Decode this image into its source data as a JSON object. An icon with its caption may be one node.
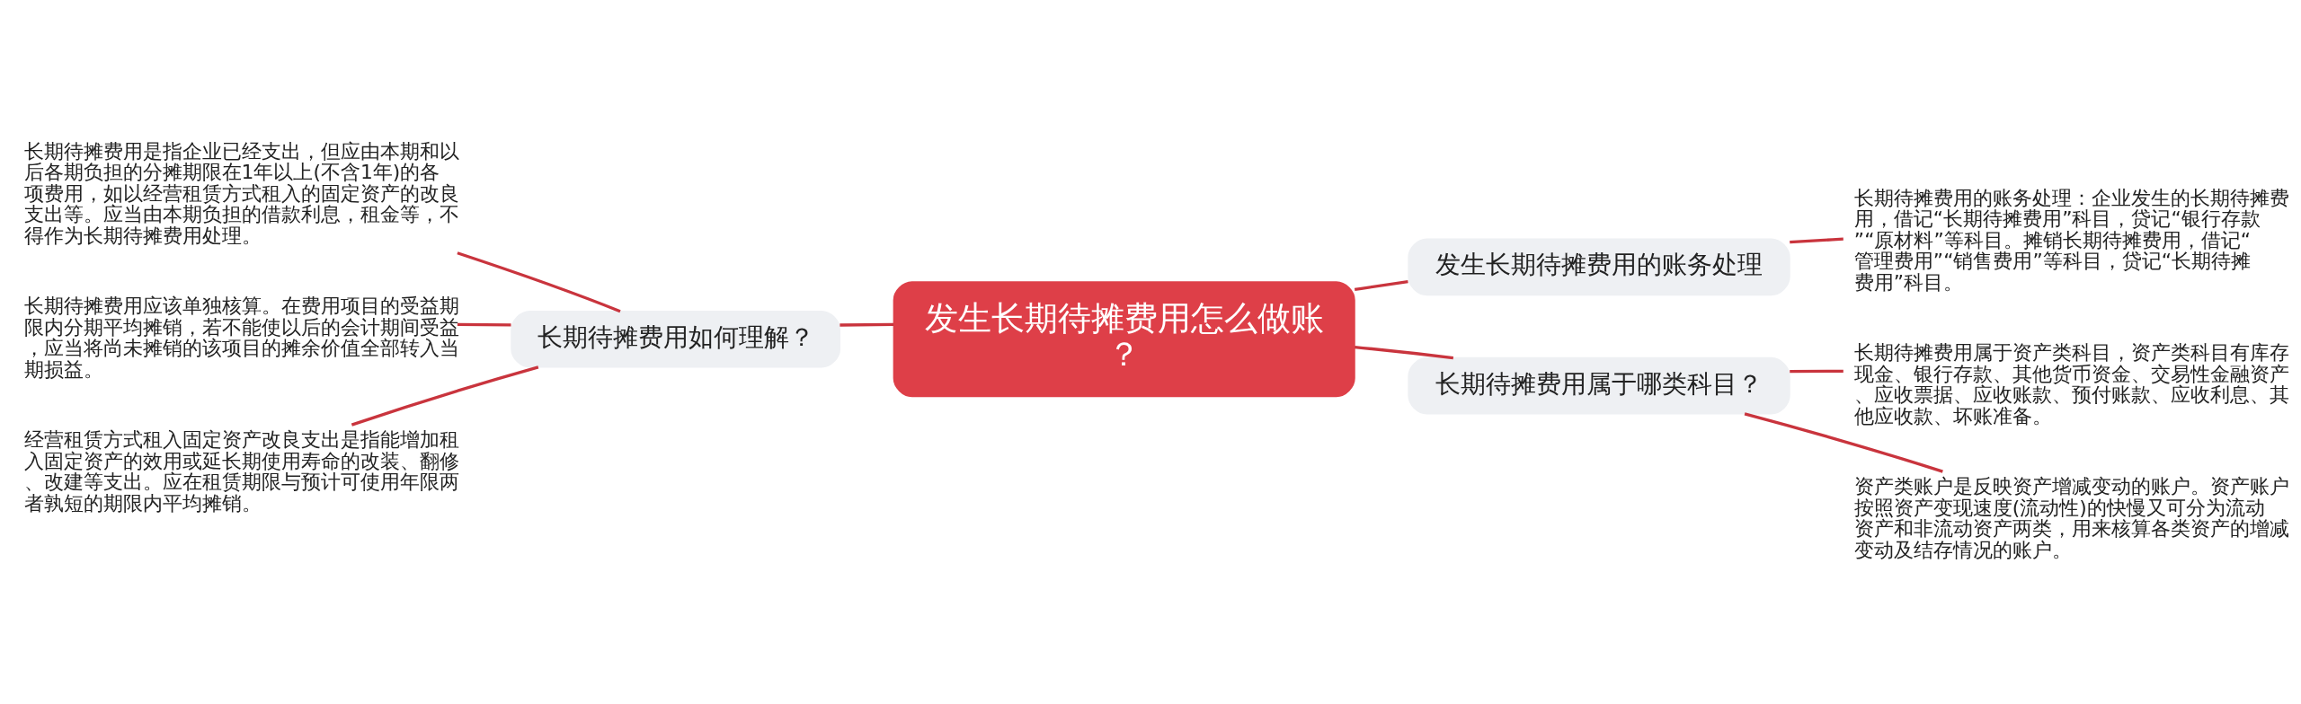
{
  "diagram": {
    "nodes": [
      {
        "text": [
          "发生长期待摊费用怎么做账？"
        ]
      },
      {
        "text": [
          "长期待摊费用如何理解？"
        ]
      },
      {
        "text": [
          "长期待摊费用是指企业已经支出，但应由本期和以后各期负担的分摊期限在1年以上(不含1年)的各项费用，如以经营租赁方式租入的固定资产的改良支出等。应当由本期负担的借款利息，租金等，不得作为长期待摊费用处理。"
        ]
      },
      {
        "text": [
          "长期待摊费用应该单独核算。在费用项目的受益期限内分期平均摊销，若不能使以后的会计期间受益，应当将尚未摊销的该项目的摊余价值全部转入当期损益。"
        ]
      },
      {
        "text": [
          "经营租赁方式租入固定资产改良支出是指能增加租入固定资产的效用或延长期使用寿命的改装、翻修、改建等支出。应在租赁期限与预计可使用年限两者孰短的期限内平均摊销。"
        ]
      },
      {
        "text": [
          "发生长期待摊费用的账务处理"
        ]
      },
      {
        "text": [
          "长期待摊费用的账务处理：企业发生的长期待摊费用，借记“长期待摊费用”科目，贷记“银行存款”“原材料”等科目。摊销长期待摊费用，借记“管理费用”“销售费用”等科目，贷记“长期待摊费用”科目。"
        ]
      },
      {
        "text": [
          "长期待摊费用属于哪类科目？"
        ]
      },
      {
        "text": [
          "长期待摊费用属于资产类科目，资产类科目有库存现金、银行存款、其他货币资金、交易性金融资产、应收票据、应收账款、预付账款、应收利息、其他应收款、坏账准备。"
        ]
      },
      {
        "text": [
          "资产类账户是反映资产增减变动的账户。资产账户按照资产变现速度(流动性)的快慢又可分为流动资产和非流动资产两类，用来核算各类资产的增减变动及结存情况的账户。"
        ]
      }
    ],
    "edges": [
      {
        "from": 0,
        "to": 1,
        "arrow": "none"
      },
      {
        "from": 1,
        "to": 2,
        "arrow": "none"
      },
      {
        "from": 1,
        "to": 3,
        "arrow": "none"
      },
      {
        "from": 1,
        "to": 4,
        "arrow": "none"
      },
      {
        "from": 0,
        "to": 5,
        "arrow": "none"
      },
      {
        "from": 5,
        "to": 6,
        "arrow": "none"
      },
      {
        "from": 0,
        "to": 7,
        "arrow": "none"
      },
      {
        "from": 7,
        "to": 8,
        "arrow": "none"
      },
      {
        "from": 7,
        "to": 9,
        "arrow": "none"
      }
    ]
  }
}
